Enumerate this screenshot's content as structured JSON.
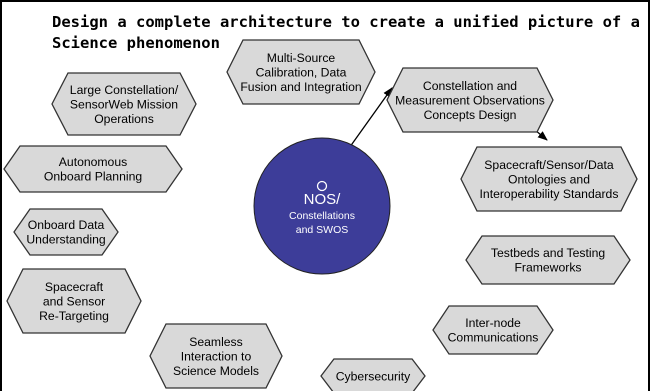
{
  "title": "Design a complete architecture to create a unified picture of a Science phenomenon",
  "colors": {
    "hex_fill": "#d9d9d9",
    "hex_stroke": "#333333",
    "center_fill": "#3d3d99",
    "center_text": "#ffffff"
  },
  "center": {
    "line1": "NOS/",
    "line2": "Constellations",
    "line3": "and SWOS"
  },
  "nodes": [
    {
      "lines": [
        "Multi-Source",
        "Calibration, Data",
        "Fusion and Integration"
      ]
    },
    {
      "lines": [
        "Constellation and",
        "Measurement Observations",
        "Concepts Design"
      ]
    },
    {
      "lines": [
        "Spacecraft/Sensor/Data",
        "Ontologies and",
        "Interoperability Standards"
      ]
    },
    {
      "lines": [
        "Testbeds and Testing",
        "Frameworks"
      ]
    },
    {
      "lines": [
        "Inter-node",
        "Communications"
      ]
    },
    {
      "lines": [
        "Cybersecurity"
      ]
    },
    {
      "lines": [
        "Seamless",
        "Interaction to",
        "Science Models"
      ]
    },
    {
      "lines": [
        "Spacecraft",
        "and Sensor",
        "Re-Targeting"
      ]
    },
    {
      "lines": [
        "Onboard Data",
        "Understanding"
      ]
    },
    {
      "lines": [
        "Autonomous",
        "Onboard Planning"
      ]
    },
    {
      "lines": [
        "Large Constellation/",
        "SensorWeb Mission",
        "Operations"
      ]
    }
  ]
}
